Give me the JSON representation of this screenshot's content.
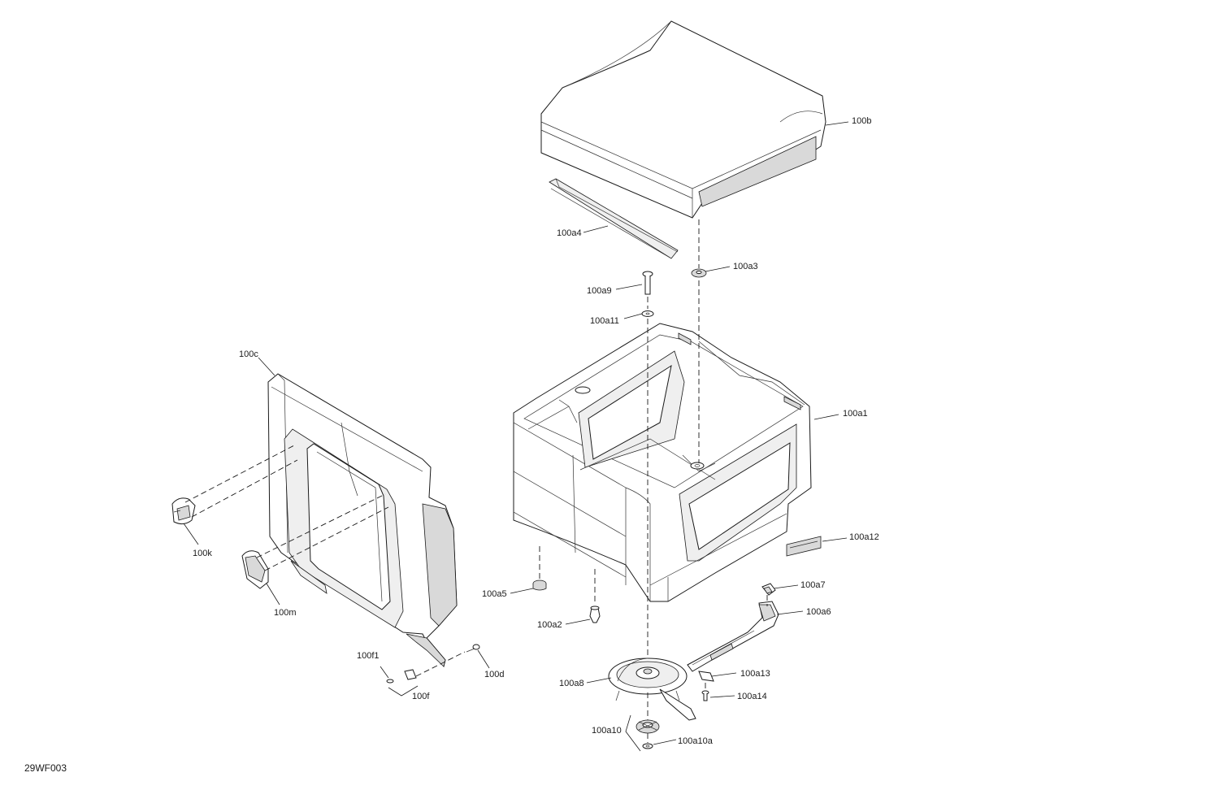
{
  "drawing_code": "29WF003",
  "callouts": {
    "b": "100b",
    "a4": "100a4",
    "a3": "100a3",
    "a9": "100a9",
    "a11": "100a11",
    "c": "100c",
    "a1": "100a1",
    "k": "100k",
    "m": "100m",
    "a12": "100a12",
    "a5": "100a5",
    "a7": "100a7",
    "a6": "100a6",
    "a2": "100a2",
    "f1": "100f1",
    "d": "100d",
    "f": "100f",
    "a13": "100a13",
    "a8": "100a8",
    "a14": "100a14",
    "a10": "100a10",
    "a10a": "100a10a"
  }
}
